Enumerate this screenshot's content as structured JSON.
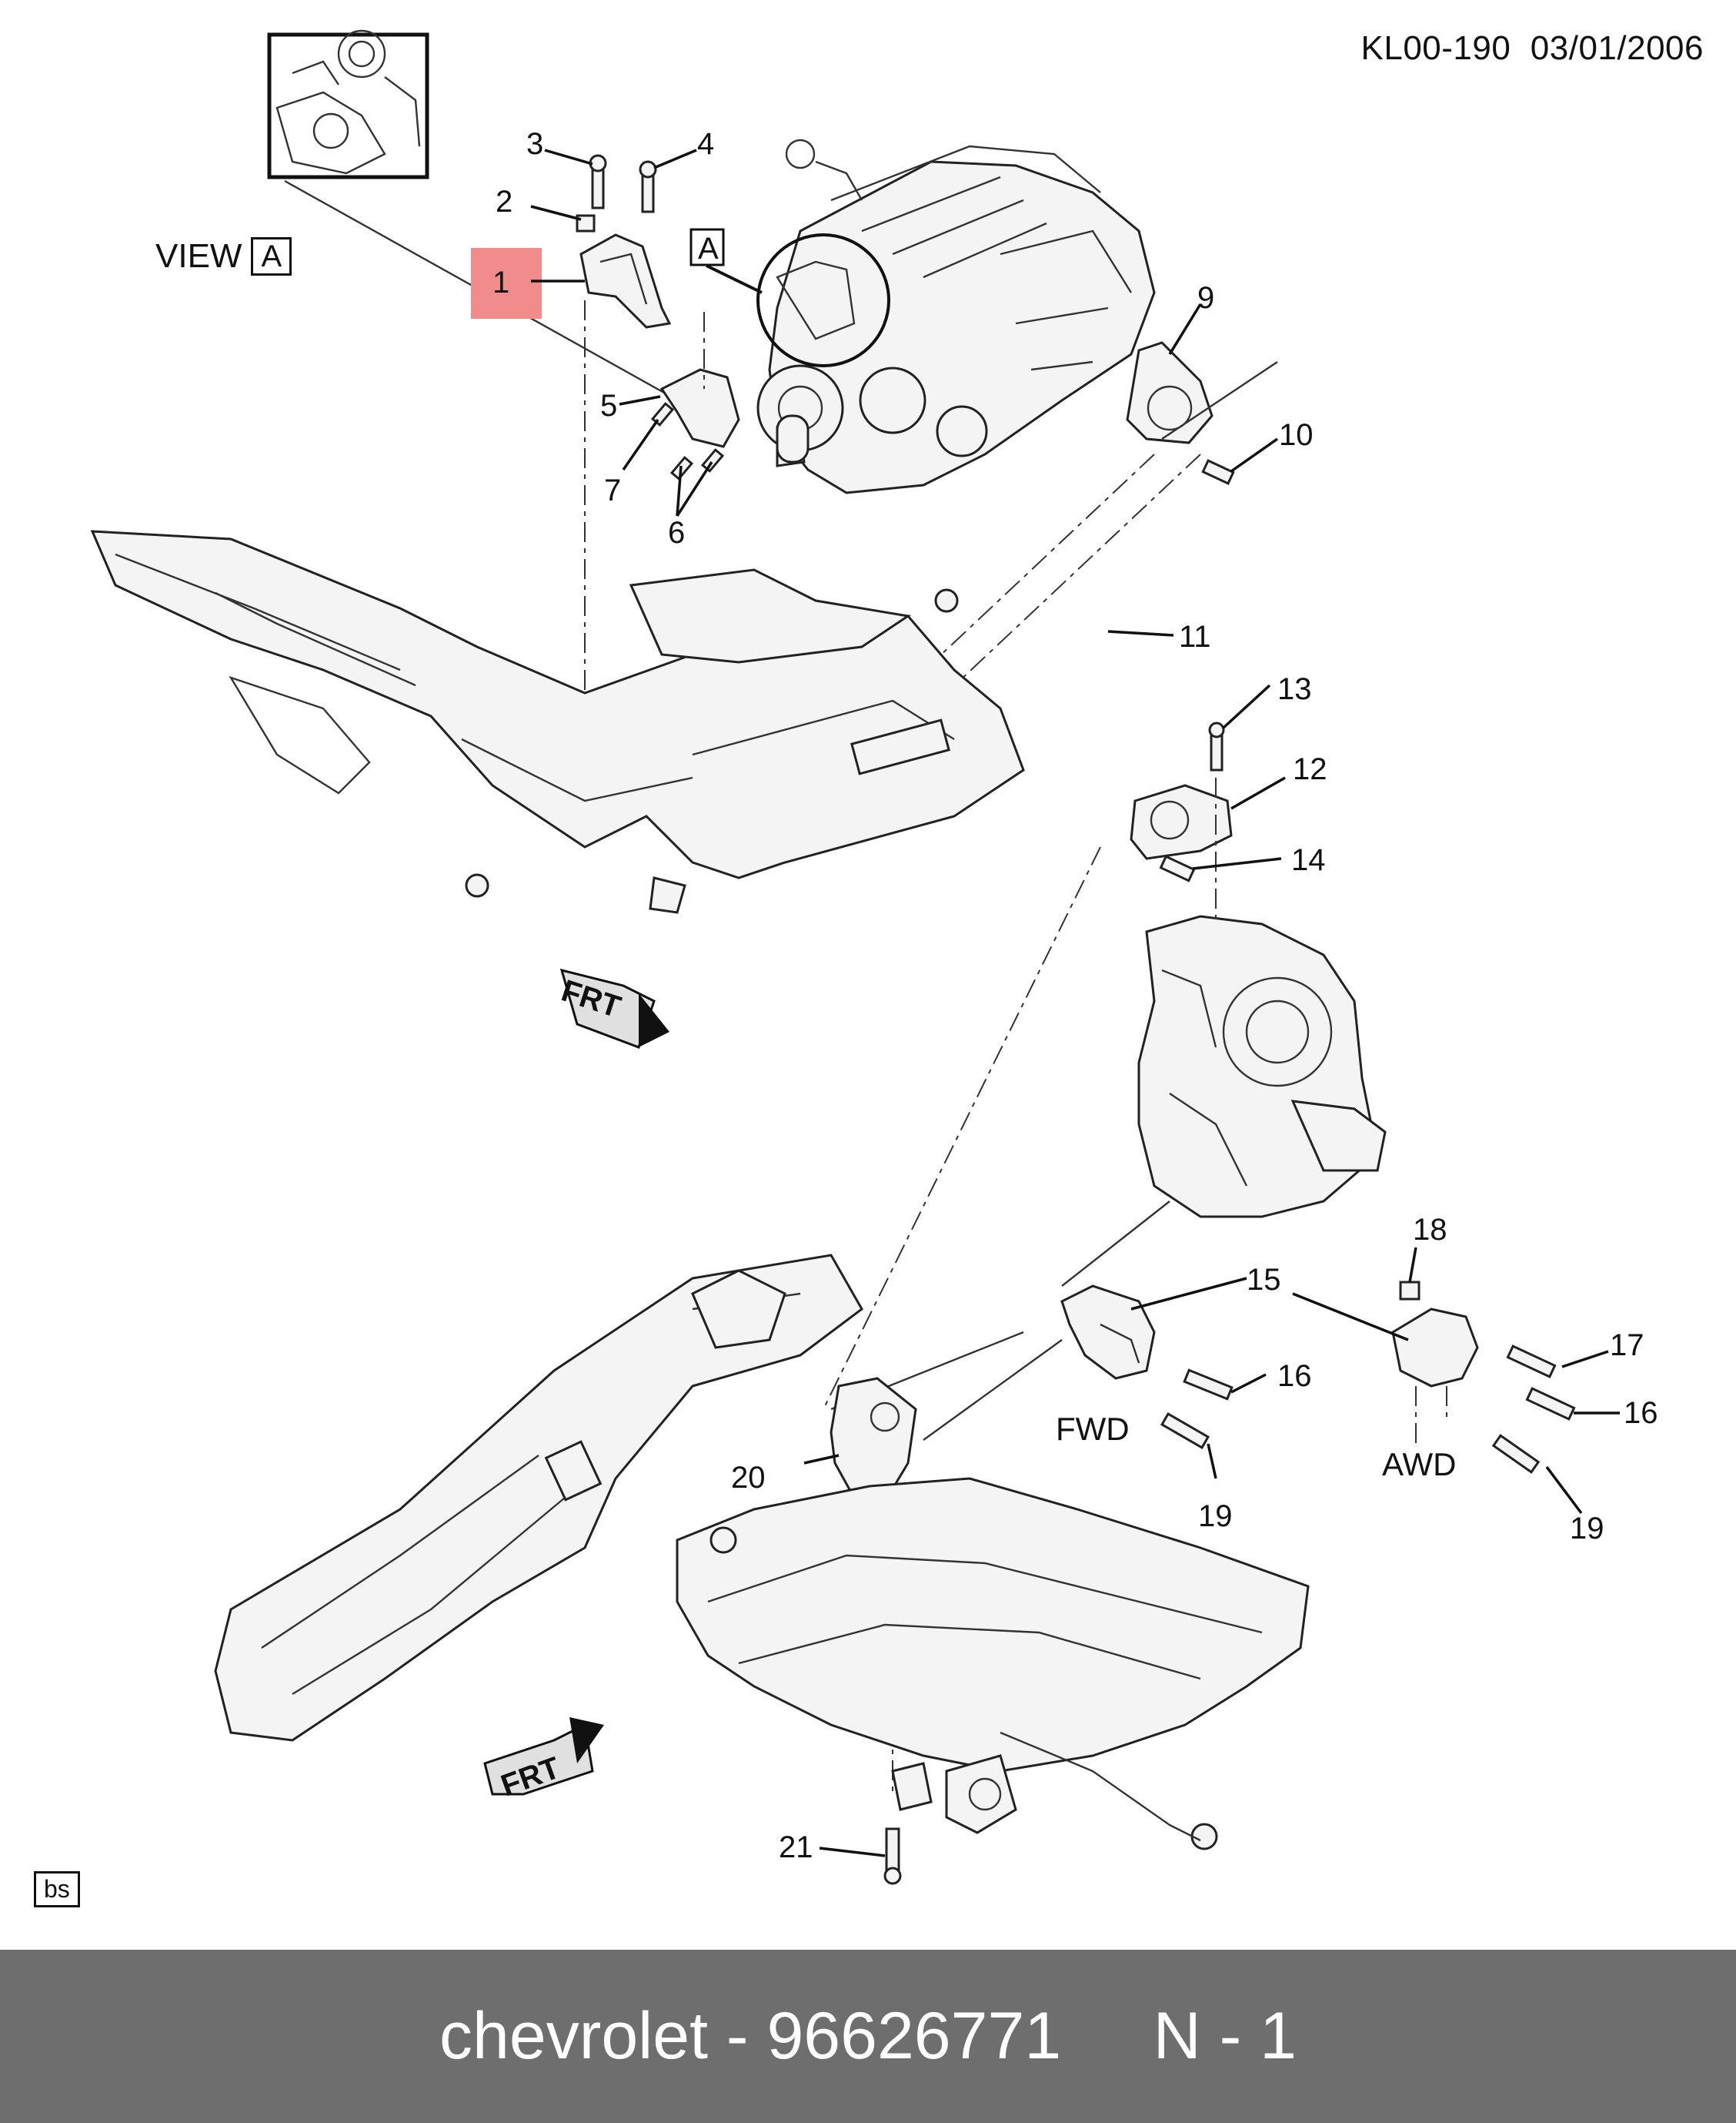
{
  "header": {
    "drawing_code": "KL00-190",
    "date": "03/01/2006"
  },
  "view_label": {
    "text": "VIEW",
    "ref": "A"
  },
  "view_ref_tag": "A",
  "callouts": [
    "1",
    "2",
    "3",
    "4",
    "5",
    "6",
    "7",
    "9",
    "10",
    "11",
    "12",
    "13",
    "14",
    "15",
    "16",
    "16",
    "17",
    "18",
    "19",
    "19",
    "20",
    "21"
  ],
  "highlighted_callout": "1",
  "highlight_color": "#f08c8c",
  "front_marker": "FRT",
  "variants": {
    "fwd": "FWD",
    "awd": "AWD"
  },
  "corner_tag": "bs",
  "footer": {
    "brand": "chevrolet",
    "separator": "-",
    "part_number": "96626771",
    "position": "N - 1"
  },
  "footer_bg": "#6e6e6e"
}
